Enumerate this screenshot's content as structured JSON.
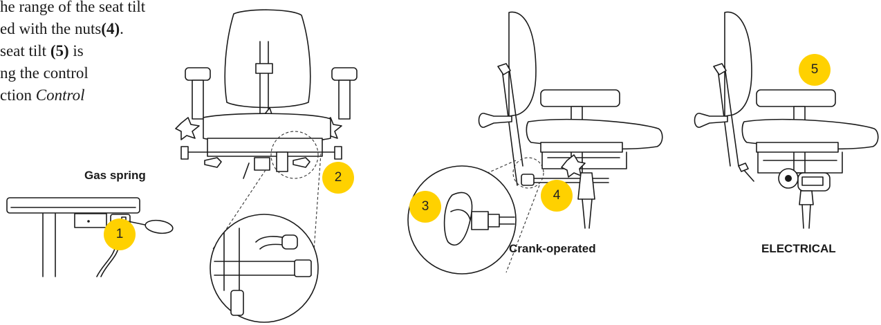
{
  "text_block": {
    "line1": "he range of the seat tilt",
    "line2_a": "ed with the nuts",
    "line2_b": "(4)",
    "line2_c": ".",
    "line3_a": "seat tilt ",
    "line3_b": "(5)",
    "line3_c": " is",
    "line4": "ng the control",
    "line5_a": "ction ",
    "line5_b": "Control"
  },
  "captions": {
    "gas_spring": "Gas spring",
    "crank_operated": "Crank-operated",
    "electrical": "ELECTRICAL"
  },
  "badges": [
    "1",
    "2",
    "3",
    "4",
    "5"
  ],
  "colors": {
    "badge": "#FFD100",
    "line": "#1a1a1a"
  },
  "icons": [
    "gas-spring-lever-illustration",
    "chair-front-view-illustration",
    "chair-side-crank-illustration",
    "chair-side-electrical-illustration"
  ]
}
